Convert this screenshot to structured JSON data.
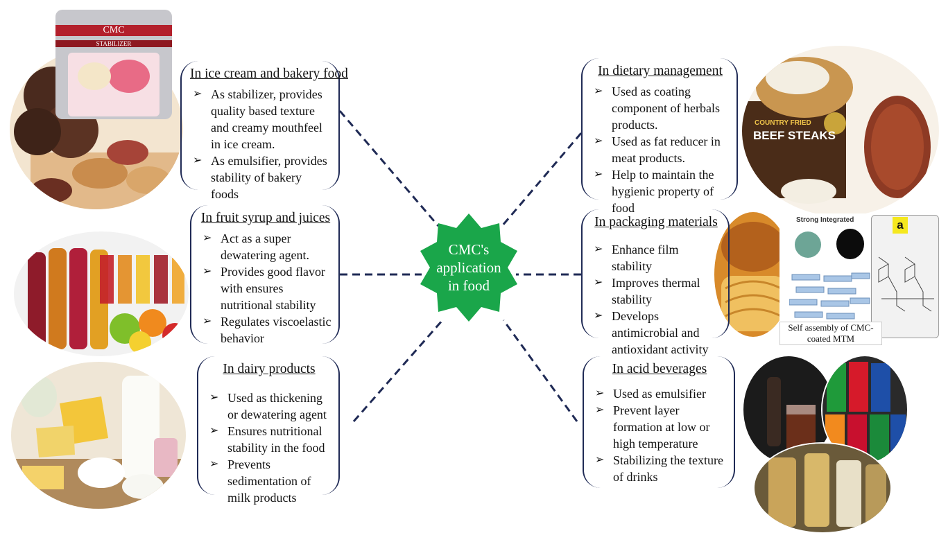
{
  "center": {
    "label": "CMC's application in food",
    "color": "#1aa64a"
  },
  "connector_color": "#1f2a55",
  "cards": {
    "ice_cream": {
      "title": "In ice cream and bakery food",
      "items": [
        "As stabilizer, provides quality based texture and creamy mouthfeel in ice cream.",
        "As emulsifier, provides stability of bakery foods"
      ]
    },
    "fruit_syrup": {
      "title": "In fruit syrup and juices",
      "items": [
        "Act as a super dewatering agent.",
        "Provides good flavor with ensures nutritional stability",
        "Regulates viscoelastic behavior"
      ]
    },
    "dairy": {
      "title": "In dairy products",
      "items": [
        "Used as thickening or dewatering agent",
        "Ensures nutritional stability in the food",
        "Prevents sedimentation of milk products"
      ]
    },
    "dietary": {
      "title": "In dietary management",
      "items": [
        "Used as coating component of herbals products.",
        "Used as fat reducer in meat products.",
        "Help to maintain the hygienic property of food"
      ]
    },
    "packaging": {
      "title": "In packaging materials",
      "items": [
        "Enhance film stability",
        "Improves thermal stability",
        "Develops antimicrobial and antioxidant activity"
      ]
    },
    "acid_beverages": {
      "title": "In acid beverages",
      "items": [
        "Used as emulsifier",
        "Prevent layer formation at low or high temperature",
        "Stabilizing the texture of drinks"
      ]
    }
  },
  "bullet_glyph": "➢",
  "packaging_figure": {
    "label_top": "Strong Integrated",
    "caption": "Self assembly of CMC-coated MTM",
    "panel_letter": "a"
  },
  "product_labels": {
    "cmc_pack": "CMC",
    "cmc_pack_sub": "STABILIZER",
    "beef_pack": "BEEF STEAKS",
    "beef_pack_top": "COUNTRY FRIED"
  }
}
